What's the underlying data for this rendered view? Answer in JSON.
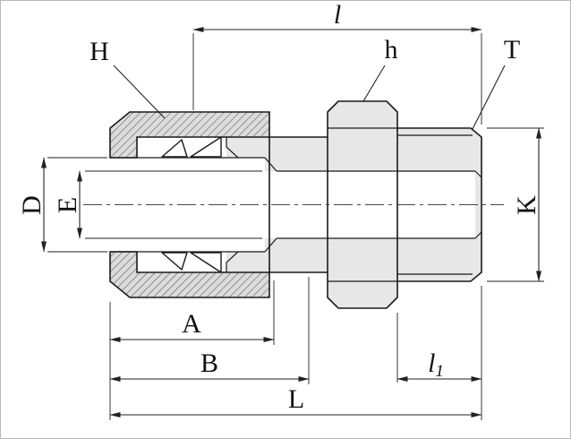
{
  "drawing": {
    "labels": {
      "l": "l",
      "H": "H",
      "h": "h",
      "T": "T",
      "D": "D",
      "E": "E",
      "K": "K",
      "A": "A",
      "B": "B",
      "l1_main": "l",
      "l1_sub": "1",
      "L": "L"
    },
    "colors": {
      "outline": "#1a1a1a",
      "dimension": "#222222",
      "metal_fill": "#e7e7e7",
      "hatch_bg": "#dcdcdc",
      "hatch_line": "#5f5f5f",
      "background": "#ffffff",
      "frame_border": "#b9b9b9"
    }
  }
}
